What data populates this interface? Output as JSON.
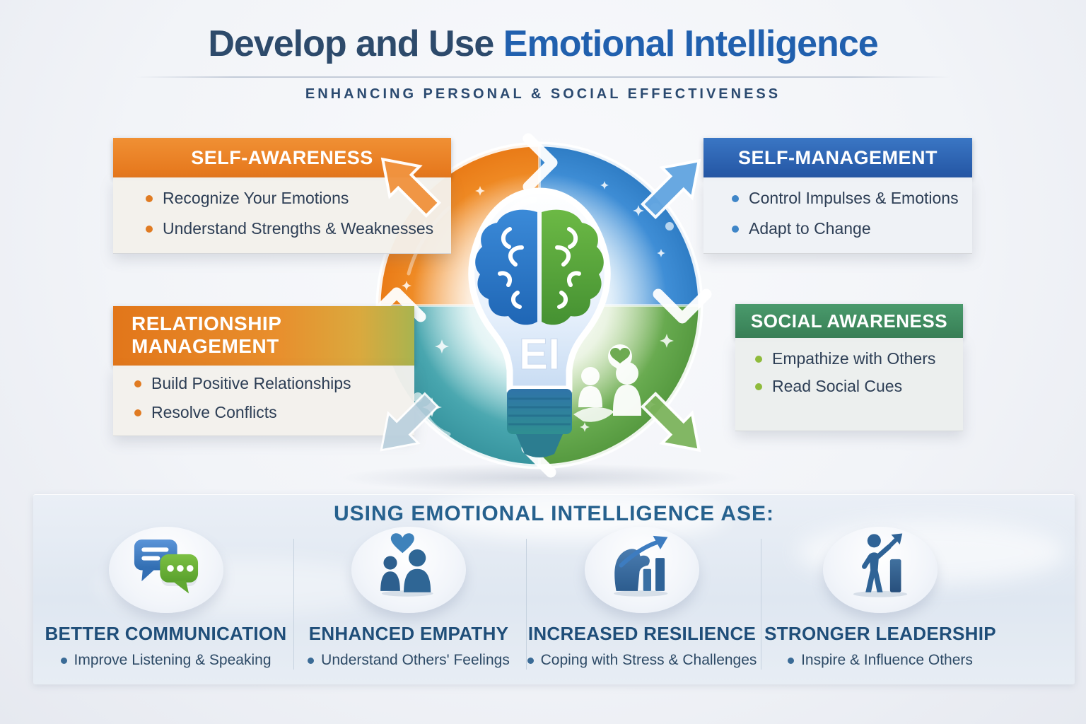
{
  "title": {
    "prefix": "Develop and Use ",
    "highlight": "Emotional Intelligence"
  },
  "subtitle": "ENHANCING PERSONAL & SOCIAL EFFECTIVENESS",
  "center": {
    "label": "EI"
  },
  "quadrants": [
    {
      "id": "self-awareness",
      "label": "SELF-AWARENESS",
      "accent": "#E5761B",
      "bullets": [
        "Recognize Your Emotions",
        "Understand Strengths & Weaknesses"
      ]
    },
    {
      "id": "self-management",
      "label": "SELF-MANAGEMENT",
      "accent": "#2A65B2",
      "bullets": [
        "Control Impulses & Emotions",
        "Adapt to Change"
      ]
    },
    {
      "id": "relationship-management",
      "label": "RELATIONSHIP MANAGEMENT",
      "accent": "#E5761B",
      "bullets": [
        "Build Positive Relationships",
        "Resolve Conflicts"
      ]
    },
    {
      "id": "social-awareness",
      "label": "SOCIAL AWARENESS",
      "accent": "#3D8F5E",
      "bullets": [
        "Empathize with Others",
        "Read Social Cues"
      ]
    }
  ],
  "bottom": {
    "heading": {
      "prefix": "USING ",
      "highlight": "EMOTIONAL INTELLIGENCE",
      "suffix": " ASE:"
    },
    "items": [
      {
        "icon": "chat-bubbles-icon",
        "title": "BETTER COMMUNICATION",
        "bullet": "Improve Listening & Speaking"
      },
      {
        "icon": "people-heart-icon",
        "title": "ENHANCED EMPATHY",
        "bullet": "Understand Others' Feelings"
      },
      {
        "icon": "strength-growth-icon",
        "title": "INCREASED RESILIENCE",
        "bullet": "Coping with Stress & Challenges"
      },
      {
        "icon": "leader-growth-icon",
        "title": "STRONGER LEADERSHIP",
        "bullet": "Inspire & Influence Others"
      }
    ]
  },
  "colors": {
    "title_navy": "#2d4a6b",
    "title_blue": "#2160ae",
    "orange": "#E5761B",
    "blue": "#2A65B2",
    "green": "#3D8F5E",
    "teal": "#3D9AA4",
    "panel_heading": "#26618e",
    "heading_navy": "#1f4e79",
    "body_text": "#2d3e55"
  }
}
